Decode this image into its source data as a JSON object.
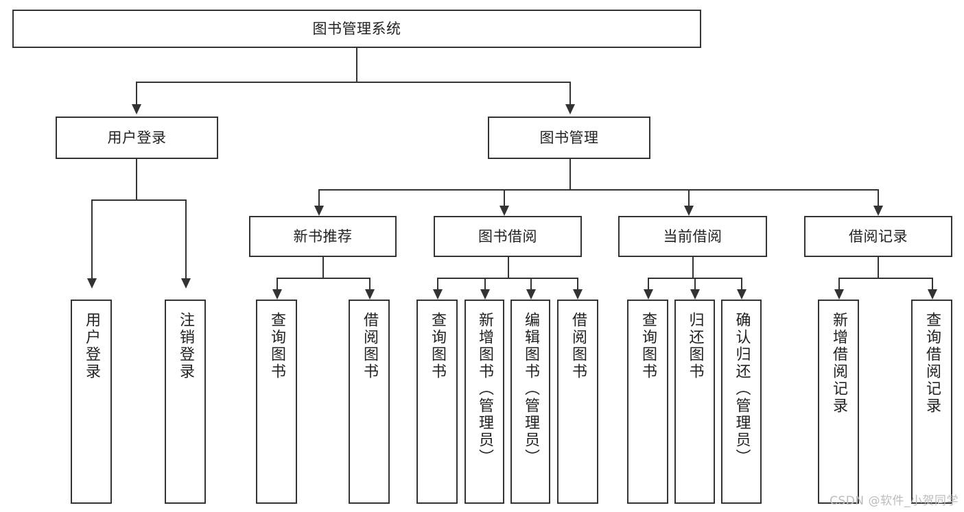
{
  "diagram": {
    "type": "tree",
    "title": "图书管理系统",
    "root": {
      "label": "图书管理系统"
    },
    "level2": [
      {
        "label": "用户登录"
      },
      {
        "label": "图书管理"
      }
    ],
    "level3": [
      {
        "label": "新书推荐"
      },
      {
        "label": "图书借阅"
      },
      {
        "label": "当前借阅"
      },
      {
        "label": "借阅记录"
      }
    ],
    "leaves": {
      "user_login": [
        {
          "label": "用户登录"
        },
        {
          "label": "注销登录"
        }
      ],
      "new_books": [
        {
          "label": "查询图书"
        },
        {
          "label": "借阅图书"
        }
      ],
      "book_borrow": [
        {
          "label": "查询图书"
        },
        {
          "label": "新增图书（管理员）"
        },
        {
          "label": "编辑图书（管理员）"
        },
        {
          "label": "借阅图书"
        }
      ],
      "current_borrow": [
        {
          "label": "查询图书"
        },
        {
          "label": "归还图书"
        },
        {
          "label": "确认归还（管理员）"
        }
      ],
      "borrow_records": [
        {
          "label": "新增借阅记录"
        },
        {
          "label": "查询借阅记录"
        }
      ]
    }
  },
  "watermark": {
    "text": "CSDN @软件_小贺同学"
  },
  "colors": {
    "stroke": "#333333",
    "background": "#ffffff",
    "text": "#222222",
    "watermark": "#bcbcbc"
  }
}
